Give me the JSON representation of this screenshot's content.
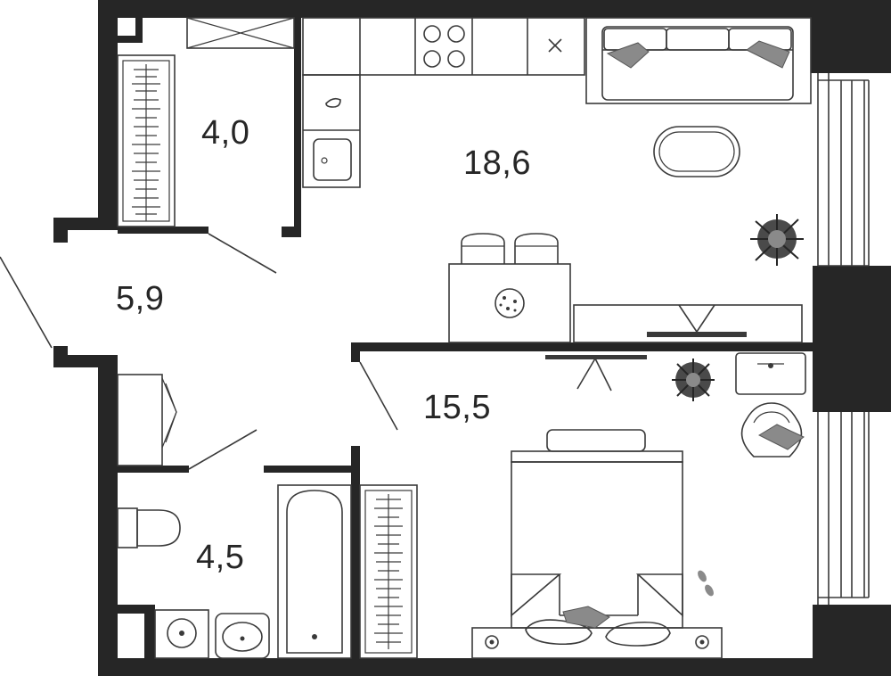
{
  "rooms": {
    "storage": {
      "area": "4,0"
    },
    "living": {
      "area": "18,6"
    },
    "hall": {
      "area": "5,9"
    },
    "bedroom": {
      "area": "15,5"
    },
    "bathroom": {
      "area": "4,5"
    }
  },
  "colors": {
    "wall": "#262626",
    "line": "#3a3a3a",
    "accent_grey": "#8a8a8a",
    "background": "#ffffff"
  }
}
